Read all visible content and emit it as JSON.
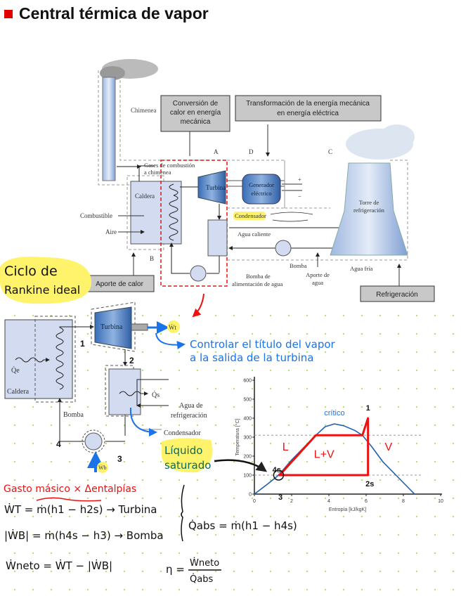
{
  "title": "Central térmica de vapor",
  "plant_diagram": {
    "box_conversion": [
      "Conversión de",
      "calor en energía",
      "mecánica"
    ],
    "box_transform": [
      "Transformación de la energía mecánica",
      "en energía eléctrica"
    ],
    "box_heat": "Aporte de calor",
    "box_cooling": "Refrigeración",
    "chimney": "Chimenea",
    "flue_gas": [
      "Gases de combustión",
      "a chimenea"
    ],
    "boiler": "Caldera",
    "fuel": "Combustible",
    "air": "Aire",
    "turbine": "Turbina",
    "generator": [
      "Generador",
      "eléctrico"
    ],
    "condenser": "Condensador",
    "hot_water": "Agua caliente",
    "pump": "Bomba",
    "feed_pump": [
      "Bomba de",
      "alimentación de agua"
    ],
    "water_supply": [
      "Aporte de",
      "agua"
    ],
    "tower": [
      "Torre de",
      "refrigeración"
    ],
    "cold_water": "Agua fría",
    "zone_labels": [
      "A",
      "B",
      "C",
      "D"
    ],
    "plus": "+",
    "minus": "−"
  },
  "rankine": {
    "heading": [
      "Ciclo de",
      "Rankine ideal"
    ],
    "turbine": "Turbina",
    "boiler": "Caldera",
    "pump": "Bomba",
    "condenser": "Condensador",
    "cooling_water": [
      "Agua de",
      "refrigeración"
    ],
    "q_in": "Q̇e",
    "q_out": "Q̇s",
    "w_t": "Ẇt",
    "w_b": "Ẇb",
    "points": [
      "1",
      "2",
      "3",
      "4"
    ],
    "note_turbine": [
      "Controlar el título del vapor",
      "a la salida de la turbina"
    ],
    "note_liquid": [
      "Líquido",
      "saturado"
    ]
  },
  "chart_data": {
    "type": "line",
    "xlabel": "Entropía [kJ/kgK]",
    "ylabel": "Temperatura [°C]",
    "xlim": [
      0,
      10
    ],
    "ylim": [
      0,
      600
    ],
    "xticks": [
      0,
      2,
      4,
      6,
      8,
      10
    ],
    "yticks": [
      0,
      100,
      200,
      300,
      400,
      500,
      600
    ],
    "dashed_levels": [
      100,
      310
    ],
    "series": [
      {
        "role": "saturation dome",
        "color": "#1f5fb0",
        "x": [
          0,
          0.8,
          1.3,
          2,
          2.8,
          3.3,
          3.8,
          4.3,
          4.8,
          5.4,
          5.8,
          6.3,
          6.9,
          7.6,
          8.6
        ],
        "y": [
          0,
          60,
          100,
          180,
          260,
          310,
          355,
          370,
          360,
          335,
          310,
          250,
          170,
          100,
          0
        ]
      },
      {
        "role": "cycle",
        "color": "#ee1111",
        "x": [
          1.3,
          1.4,
          3.3,
          5.8,
          6.1,
          6.1,
          1.3
        ],
        "y": [
          100,
          105,
          310,
          310,
          400,
          100,
          100
        ]
      }
    ],
    "annotations": {
      "critical": "crítico",
      "p1": "1",
      "p2s": "2s",
      "p3": "3",
      "p4s": "4s",
      "liquid": "L",
      "mix": "L+V",
      "vapor": "V"
    }
  },
  "formulas": {
    "heading": "Gasto másico × Δentalpías",
    "wt": "ẆT = ṁ(h1 − h2s) → Turbina",
    "wb": "|ẆB| = ṁ(h4s − h3) → Bomba",
    "qabs": "Q̇abs = ṁ(h1 − h4s)",
    "wnet": "Ẇneto = ẆT − |ẆB|",
    "eta_lhs": "η =",
    "eta_num": "Ẇneto",
    "eta_den": "Q̇abs"
  }
}
